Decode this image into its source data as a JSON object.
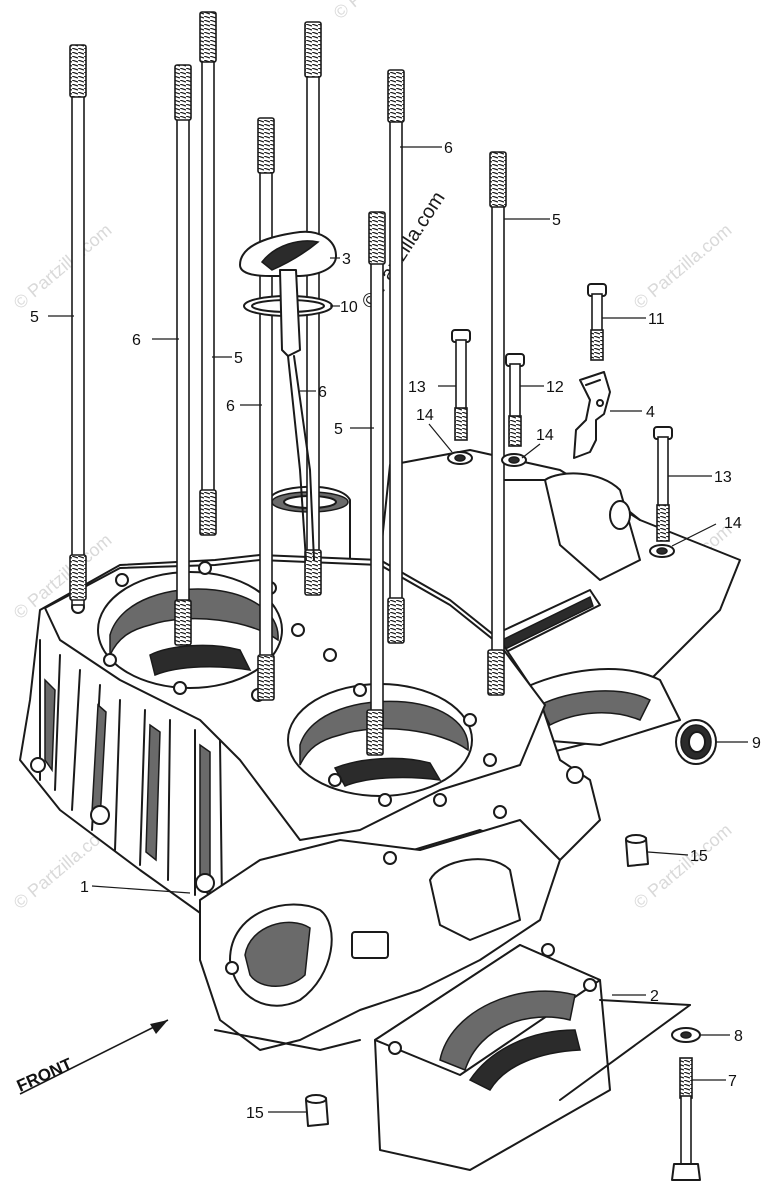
{
  "watermark": "© Partzilla.com",
  "front_label": "FRONT",
  "callouts": [
    {
      "id": "c1",
      "label": "1"
    },
    {
      "id": "c2",
      "label": "2"
    },
    {
      "id": "c3",
      "label": "3"
    },
    {
      "id": "c4",
      "label": "4"
    },
    {
      "id": "c5a",
      "label": "5"
    },
    {
      "id": "c5b",
      "label": "5"
    },
    {
      "id": "c5c",
      "label": "5"
    },
    {
      "id": "c5d",
      "label": "5"
    },
    {
      "id": "c6a",
      "label": "6"
    },
    {
      "id": "c6b",
      "label": "6"
    },
    {
      "id": "c6c",
      "label": "6"
    },
    {
      "id": "c6d",
      "label": "6"
    },
    {
      "id": "c7",
      "label": "7"
    },
    {
      "id": "c8",
      "label": "8"
    },
    {
      "id": "c9",
      "label": "9"
    },
    {
      "id": "c10",
      "label": "10"
    },
    {
      "id": "c11",
      "label": "11"
    },
    {
      "id": "c12",
      "label": "12"
    },
    {
      "id": "c13a",
      "label": "13"
    },
    {
      "id": "c13b",
      "label": "13"
    },
    {
      "id": "c14a",
      "label": "14"
    },
    {
      "id": "c14b",
      "label": "14"
    },
    {
      "id": "c14c",
      "label": "14"
    },
    {
      "id": "c15a",
      "label": "15"
    },
    {
      "id": "c15b",
      "label": "15"
    }
  ]
}
